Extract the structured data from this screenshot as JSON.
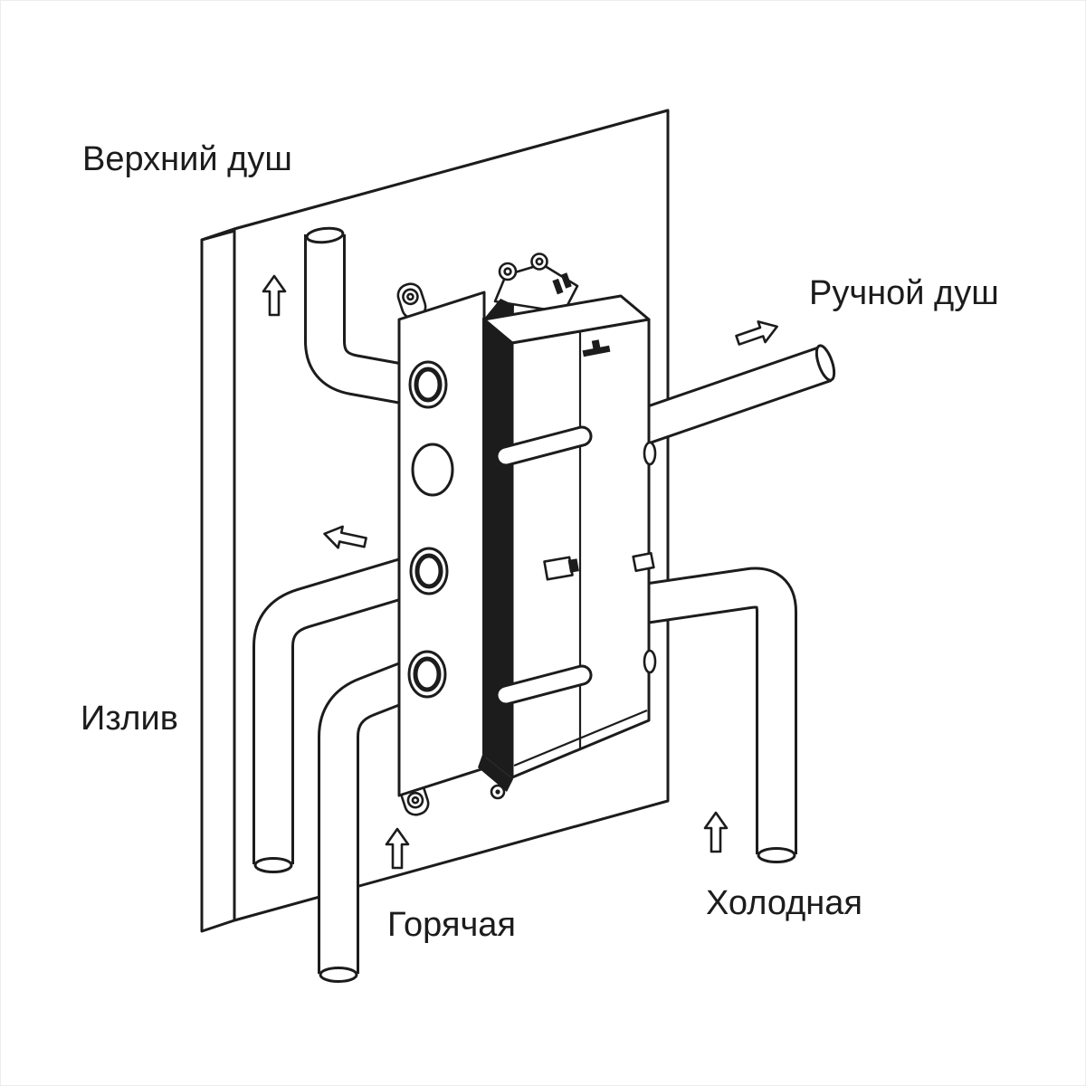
{
  "canvas": {
    "background": "#ffffff",
    "ink": "#1c1c1c"
  },
  "diagram": {
    "labels": {
      "upper_shower": "Верхний душ",
      "hand_shower": "Ручной душ",
      "spout": "Излив",
      "hot": "Горячая",
      "cold": "Холодная"
    },
    "arrows": [
      {
        "icon": "arrow-up",
        "points_to": "upper_shower"
      },
      {
        "icon": "arrow-right",
        "points_to": "hand_shower"
      },
      {
        "icon": "arrow-left",
        "points_to": "spout"
      },
      {
        "icon": "arrow-up",
        "points_to": "hot"
      },
      {
        "icon": "arrow-up",
        "points_to": "cold"
      }
    ]
  }
}
